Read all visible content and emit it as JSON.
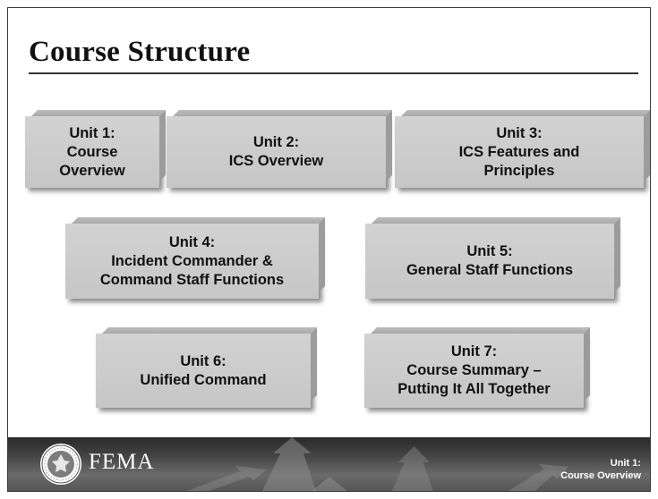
{
  "slide": {
    "title": "Course Structure",
    "units": [
      {
        "text": "Unit 1:\nCourse\nOverview"
      },
      {
        "text": "Unit 2:\nICS Overview"
      },
      {
        "text": "Unit 3:\nICS Features and\nPrinciples"
      },
      {
        "text": "Unit 4:\nIncident Commander &\nCommand Staff Functions"
      },
      {
        "text": "Unit 5:\nGeneral Staff Functions"
      },
      {
        "text": "Unit 6:\nUnified Command"
      },
      {
        "text": "Unit 7:\nCourse Summary –\nPutting It All Together"
      }
    ]
  },
  "footer": {
    "logo_text": "FEMA",
    "seal_icon": "dhs-seal-icon",
    "unit_label": "Unit 1:",
    "unit_name": "Course Overview"
  }
}
